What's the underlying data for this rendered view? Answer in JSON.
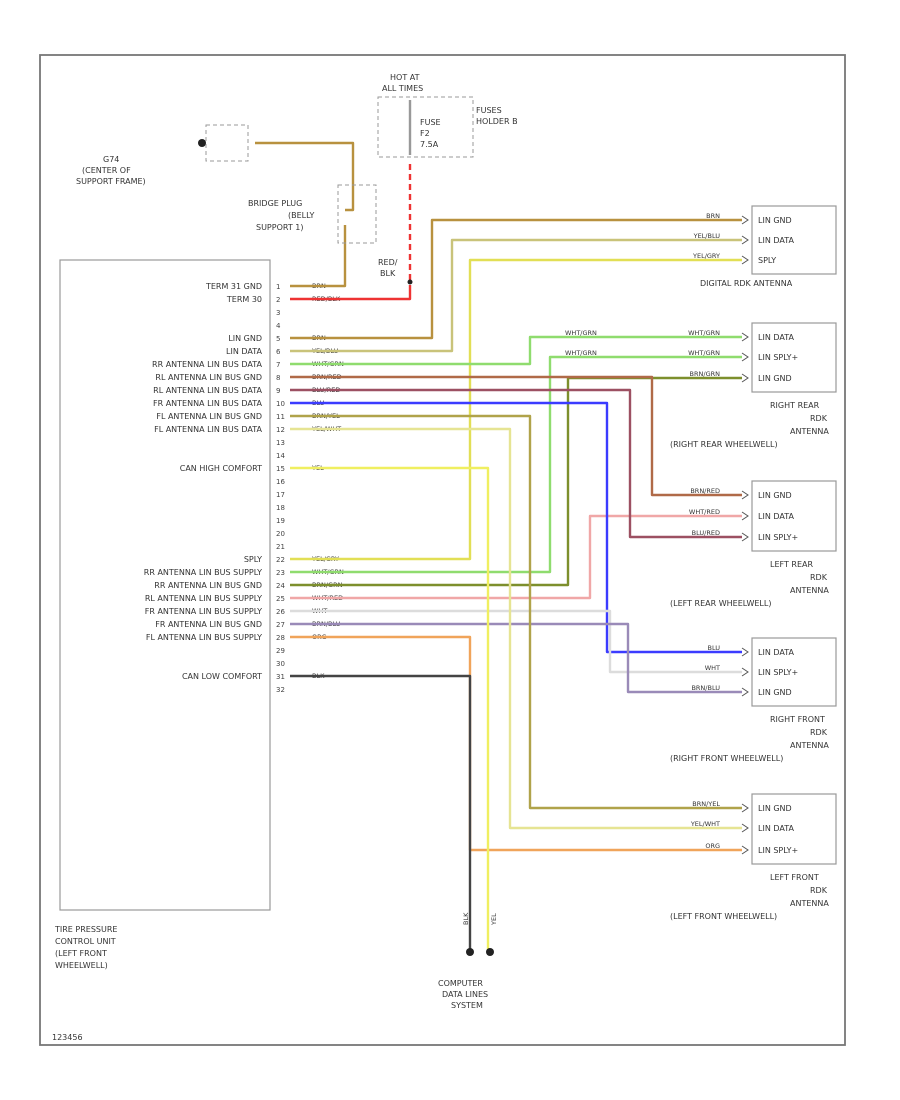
{
  "title_block": {
    "ground": {
      "ref": "G74",
      "desc": [
        "(CENTER OF",
        "SUPPORT FRAME)"
      ]
    },
    "bridge": [
      "BRIDGE PLUG",
      "(BELLY",
      "SUPPORT 1)"
    ],
    "fuse": {
      "hot": [
        "HOT AT",
        "ALL TIMES"
      ],
      "fuse_label": [
        "FUSE",
        "F2",
        "7.5A"
      ],
      "holder": [
        "FUSES",
        "HOLDER B"
      ]
    },
    "redbu_wire": [
      "RED/",
      "BLK"
    ],
    "footer_code": "123456"
  },
  "unit": {
    "name": [
      "TIRE PRESSURE",
      "CONTROL UNIT",
      "(LEFT FRONT",
      "WHEELWELL)"
    ],
    "pins": [
      {
        "num": "1",
        "label": "TERM 31 GND",
        "wire": "BRN"
      },
      {
        "num": "2",
        "label": "TERM 30",
        "wire": "RED/BLK"
      },
      {
        "num": "3",
        "label": "",
        "wire": ""
      },
      {
        "num": "4",
        "label": "",
        "wire": ""
      },
      {
        "num": "5",
        "label": "LIN GND",
        "wire": "BRN"
      },
      {
        "num": "6",
        "label": "LIN DATA",
        "wire": "YEL/BLU"
      },
      {
        "num": "7",
        "label": "RR ANTENNA LIN BUS DATA",
        "wire": "WHT/GRN"
      },
      {
        "num": "8",
        "label": "RL ANTENNA LIN BUS GND",
        "wire": "BRN/RED"
      },
      {
        "num": "9",
        "label": "RL ANTENNA LIN BUS DATA",
        "wire": "BLU/RED"
      },
      {
        "num": "10",
        "label": "FR ANTENNA LIN BUS DATA",
        "wire": "BLU"
      },
      {
        "num": "11",
        "label": "FL ANTENNA LIN BUS GND",
        "wire": "BRN/YEL"
      },
      {
        "num": "12",
        "label": "FL ANTENNA LIN BUS DATA",
        "wire": "YEL/WHT"
      },
      {
        "num": "13",
        "label": "",
        "wire": ""
      },
      {
        "num": "14",
        "label": "",
        "wire": ""
      },
      {
        "num": "15",
        "label": "CAN HIGH COMFORT",
        "wire": "YEL"
      },
      {
        "num": "16",
        "label": "",
        "wire": ""
      },
      {
        "num": "17",
        "label": "",
        "wire": ""
      },
      {
        "num": "18",
        "label": "",
        "wire": ""
      },
      {
        "num": "19",
        "label": "",
        "wire": ""
      },
      {
        "num": "20",
        "label": "",
        "wire": ""
      },
      {
        "num": "21",
        "label": "",
        "wire": ""
      },
      {
        "num": "22",
        "label": "SPLY",
        "wire": "YEL/GRY"
      },
      {
        "num": "23",
        "label": "RR ANTENNA LIN BUS SUPPLY",
        "wire": "WHT/GRN"
      },
      {
        "num": "24",
        "label": "RR ANTENNA LIN BUS GND",
        "wire": "BRN/GRN"
      },
      {
        "num": "25",
        "label": "RL ANTENNA LIN BUS SUPPLY",
        "wire": "WHT/RED"
      },
      {
        "num": "26",
        "label": "FR ANTENNA LIN BUS SUPPLY",
        "wire": "WHT"
      },
      {
        "num": "27",
        "label": "FR ANTENNA LIN BUS GND",
        "wire": "BRN/BLU"
      },
      {
        "num": "28",
        "label": "FL ANTENNA LIN BUS SUPPLY",
        "wire": "ORG"
      },
      {
        "num": "29",
        "label": "",
        "wire": ""
      },
      {
        "num": "30",
        "label": "",
        "wire": ""
      },
      {
        "num": "31",
        "label": "CAN LOW COMFORT",
        "wire": "BLK"
      },
      {
        "num": "32",
        "label": "",
        "wire": ""
      }
    ]
  },
  "antennas": [
    {
      "pins": [
        "LIN GND",
        "LIN DATA",
        "SPLY"
      ],
      "wires": [
        "BRN",
        "YEL/BLU",
        "YEL/GRY"
      ],
      "name": [
        "DIGITAL RDK ANTENNA"
      ]
    },
    {
      "pins": [
        "LIN DATA",
        "LIN SPLY+",
        "LIN GND"
      ],
      "wires": [
        "WHT/GRN",
        "WHT/GRN",
        "BRN/GRN"
      ],
      "splice": [
        "WHT/GRN",
        "WHT/GRN"
      ],
      "name": [
        "RIGHT REAR",
        "RDK",
        "ANTENNA",
        "(RIGHT REAR WHEELWELL)"
      ]
    },
    {
      "pins": [
        "LIN GND",
        "LIN DATA",
        "LIN SPLY+"
      ],
      "wires": [
        "BRN/RED",
        "WHT/RED",
        "BLU/RED"
      ],
      "name": [
        "LEFT REAR",
        "RDK",
        "ANTENNA",
        "(LEFT REAR WHEELWELL)"
      ]
    },
    {
      "pins": [
        "LIN DATA",
        "LIN SPLY+",
        "LIN GND"
      ],
      "wires": [
        "BLU",
        "WHT",
        "BRN/BLU"
      ],
      "name": [
        "RIGHT FRONT",
        "RDK",
        "ANTENNA",
        "(RIGHT FRONT WHEELWELL)"
      ]
    },
    {
      "pins": [
        "LIN GND",
        "LIN DATA",
        "LIN SPLY+"
      ],
      "wires": [
        "BRN/YEL",
        "YEL/WHT",
        "ORG"
      ],
      "name": [
        "LEFT FRONT",
        "RDK",
        "ANTENNA",
        "(LEFT FRONT WHEELWELL)"
      ]
    }
  ],
  "data_lines": {
    "wires": [
      "BLK",
      "YEL"
    ],
    "name": [
      "COMPUTER",
      "DATA LINES",
      "SYSTEM"
    ]
  },
  "colors": {
    "brn": "#b8913f",
    "yelblu": "#c9c37a",
    "yelgry": "#e2df55",
    "whtgrn": "#8fdc6e",
    "brngrn": "#7d8f2c",
    "brnred": "#b06a48",
    "blured": "#9c5062",
    "blu": "#3b3bff",
    "brnyel": "#b0a34a",
    "yelwht": "#e6e493",
    "yel": "#f0ef60",
    "whtred": "#f0a7a7",
    "wht": "#dcdcdc",
    "brnblu": "#9a8ab8",
    "org": "#f0a45a",
    "blk": "#444444",
    "red": "#ee3333",
    "frame": "#777777"
  }
}
